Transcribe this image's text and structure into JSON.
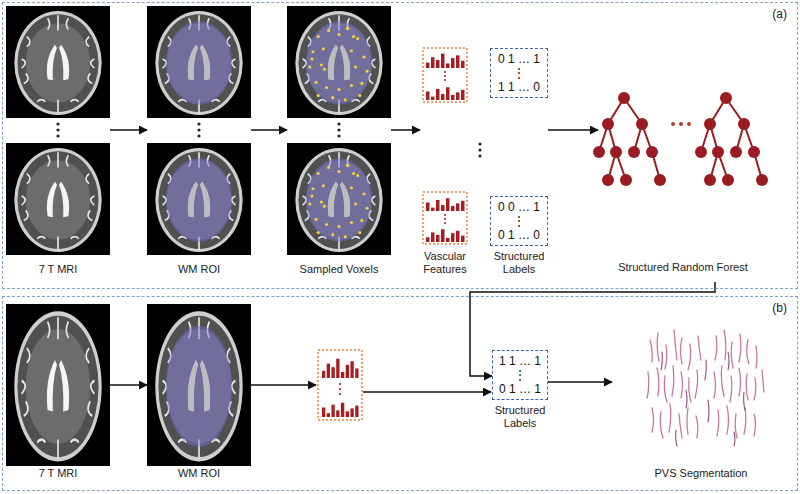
{
  "diagram": {
    "nodes": [
      {
        "text": [
          "(a)"
        ]
      },
      {
        "text": [
          "7 T MRI"
        ],
        "in": 0
      },
      {
        "text": [
          "WM ROI"
        ],
        "in": 0
      },
      {
        "text": [
          "Sampled Voxels"
        ],
        "in": 0
      },
      {
        "text": [
          "Vascular Features"
        ],
        "in": 0
      },
      {
        "text": [
          "Structured Labels"
        ],
        "in": 0
      },
      {
        "text": [
          "0 1 … 1",
          "⋮",
          "1 1 … 0"
        ],
        "in": 5
      },
      {
        "text": [
          "0 0 … 1",
          "⋮",
          "0 1 … 0"
        ],
        "in": 5
      },
      {
        "text": [
          "Structured Random Forest"
        ],
        "in": 0
      },
      {
        "text": [
          "(b)"
        ]
      },
      {
        "text": [
          "7 T MRI"
        ],
        "in": 9
      },
      {
        "text": [
          "WM ROI"
        ],
        "in": 9
      },
      {
        "text": [
          "1 1 … 1",
          "⋮",
          "0 1 … 1",
          "Structured Labels"
        ],
        "in": 9
      },
      {
        "text": [
          "PVS Segmentation"
        ],
        "in": 9
      }
    ],
    "edges": [
      {
        "from": 1,
        "to": 2,
        "arrow": "to"
      },
      {
        "from": 2,
        "to": 3,
        "arrow": "to"
      },
      {
        "from": 3,
        "to": 4,
        "arrow": "to"
      },
      {
        "from": 5,
        "to": 8,
        "arrow": "to"
      },
      {
        "from": 8,
        "to": 12,
        "arrow": "to"
      },
      {
        "from": 10,
        "to": 11,
        "arrow": "to"
      },
      {
        "from": 12,
        "to": 13,
        "arrow": "to"
      }
    ]
  }
}
